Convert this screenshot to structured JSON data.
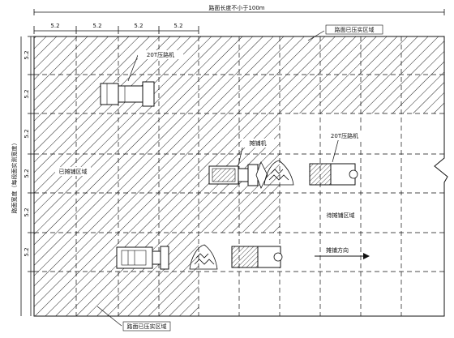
{
  "diagram": {
    "top_dimension": "路面长度不小于100m",
    "left_dimension": "路面宽度（每段面实测宽度）",
    "col_widths": [
      "5.2",
      "5.2",
      "5.2",
      "5.2"
    ],
    "row_heights": [
      "5.2",
      "5.2",
      "5.2",
      "5.2",
      "5.2",
      "5.2"
    ],
    "labels": {
      "compacted_area_top": "路面已压实区域",
      "roller_20t": "20T压路机",
      "paver_label": "摊铺机",
      "roller_20t_right": "20T压路机",
      "paving_area_left": "已摊铺区域",
      "paving_area_right": "待摊铺区域",
      "direction": "摊铺方向",
      "compacted_area_bottom": "路面已压实区域"
    }
  }
}
